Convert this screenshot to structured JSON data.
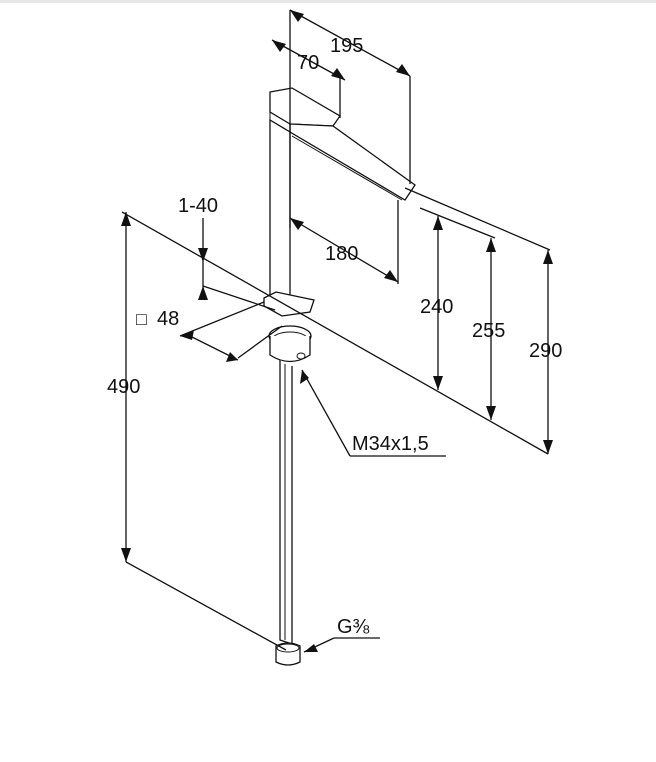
{
  "dimensions": {
    "width_195": "195",
    "spout_70": "70",
    "reach_180": "180",
    "range_1_40": "1-40",
    "square_48": "48",
    "square_symbol": "□",
    "height_240": "240",
    "height_255": "255",
    "height_290": "290",
    "height_490": "490"
  },
  "threads": {
    "mount": "M34x1,5",
    "supply": "G⅜"
  }
}
